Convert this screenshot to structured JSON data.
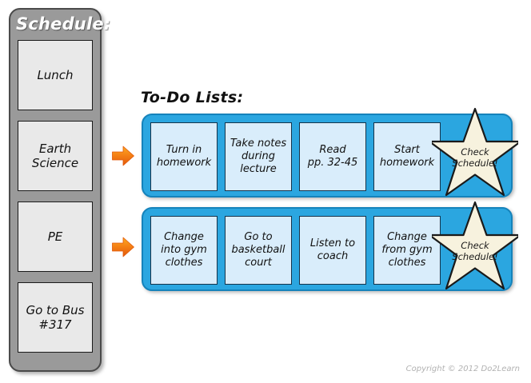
{
  "colors": {
    "page_background": "#ffffff",
    "sidebar_fill": "#9a9a9a",
    "sidebar_border": "#4a4a4a",
    "schedule_box_fill": "#e9e9e9",
    "todo_bar_fill": "#2ba6e0",
    "todo_bar_border": "#1583bb",
    "todo_card_fill": "#d9edfb",
    "todo_card_border": "#15334a",
    "star_fill": "#f7f2de",
    "star_border": "#1a1a1a",
    "arrow_orange_light": "#fba61d",
    "arrow_orange_dark": "#e8600a",
    "copyright_gray": "#b2b2b2"
  },
  "schedule": {
    "title": "Schedule:",
    "items": [
      {
        "label": "Lunch"
      },
      {
        "label": "Earth\nScience"
      },
      {
        "label": "PE"
      },
      {
        "label": "Go to Bus\n#317"
      }
    ]
  },
  "arrows": [
    {
      "name": "arrow-earth-science",
      "points_to": "Earth Science to-do list"
    },
    {
      "name": "arrow-pe",
      "points_to": "PE to-do list"
    }
  ],
  "todo": {
    "heading": "To-Do Lists:",
    "lists": [
      {
        "source_item": "Earth Science",
        "cards": [
          "Turn in\nhomework",
          "Take notes\nduring\nlecture",
          "Read\npp. 32-45",
          "Start\nhomework"
        ],
        "star_label": "Check\nSchedule!"
      },
      {
        "source_item": "PE",
        "cards": [
          "Change\ninto gym\nclothes",
          "Go to\nbasketball\ncourt",
          "Listen to\ncoach",
          "Change\nfrom gym\nclothes"
        ],
        "star_label": "Check\nSchedule!"
      }
    ]
  },
  "footer": {
    "copyright": "Copyright © 2012 Do2Learn"
  }
}
